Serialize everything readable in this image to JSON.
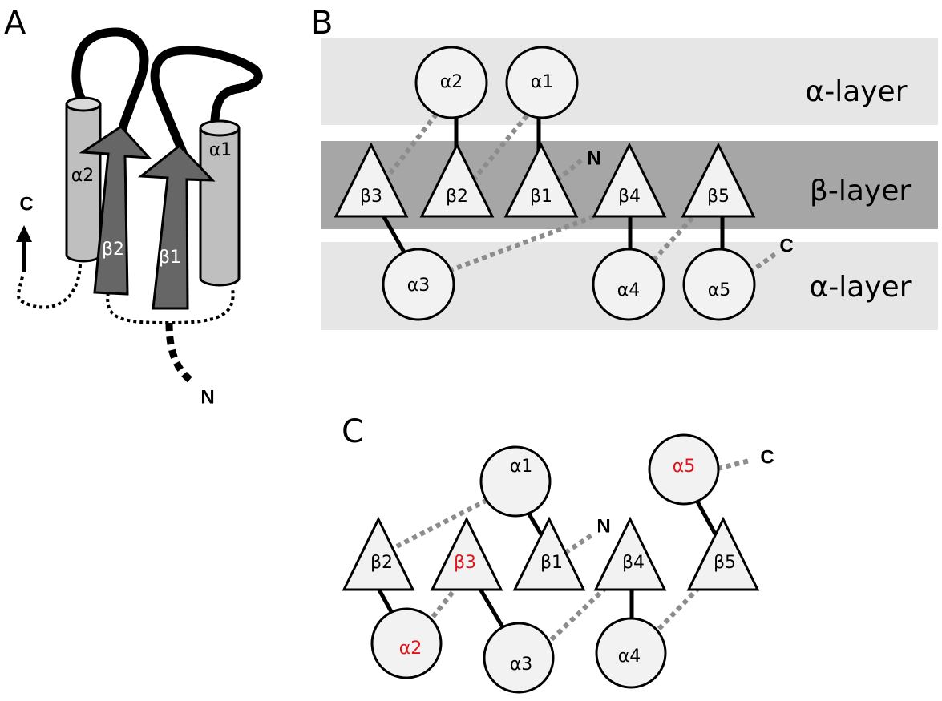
{
  "panels": {
    "a": {
      "letter": "A",
      "helices": [
        "α2",
        "α1"
      ],
      "strands": [
        "β2",
        "β1"
      ],
      "n_term": "N",
      "c_term": "C"
    },
    "b": {
      "letter": "B",
      "layers": [
        "α-layer",
        "β-layer",
        "α-layer"
      ],
      "circles": [
        "α2",
        "α1",
        "α3",
        "α4",
        "α5"
      ],
      "triangles": [
        "β3",
        "β2",
        "β1",
        "β4",
        "β5"
      ],
      "n_term": "N",
      "c_term": "C"
    },
    "c": {
      "letter": "C",
      "circles": [
        "α1",
        "α5",
        "α2",
        "α3",
        "α4"
      ],
      "triangles": [
        "β2",
        "β3",
        "β1",
        "β4",
        "β5"
      ],
      "n_term": "N",
      "c_term": "C"
    }
  },
  "colors": {
    "highlight": "#e0151b",
    "beta_band": "#a6a6a6",
    "alpha_band": "#e6e6e6",
    "shape_fill": "#f2f2f2",
    "connector_dashed": "#8c8c8c"
  }
}
